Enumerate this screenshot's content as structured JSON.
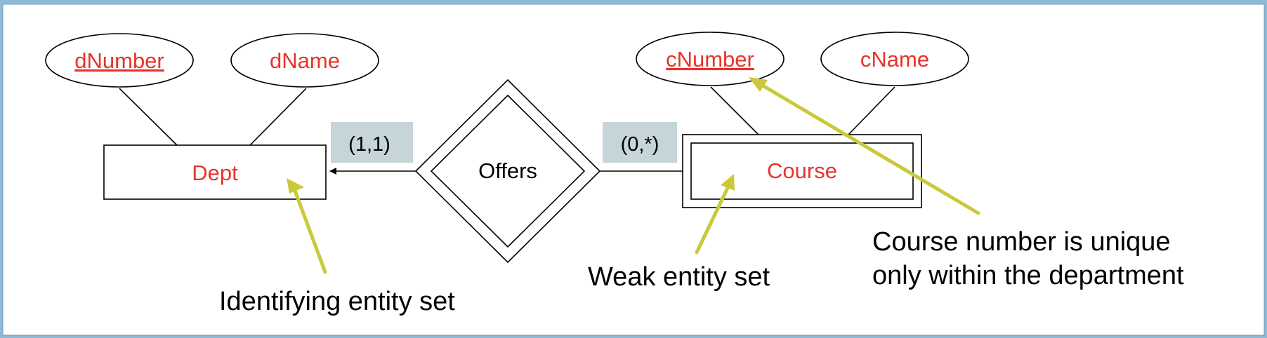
{
  "attributes": {
    "dnumber": "dNumber",
    "dname": "dName",
    "cnumber": "cNumber",
    "cname": "cName"
  },
  "entities": {
    "dept": "Dept",
    "course": "Course"
  },
  "relationship": {
    "offers": "Offers"
  },
  "cardinalities": {
    "dept_side": "(1,1)",
    "course_side": "(0,*)"
  },
  "annotations": {
    "identifying": "Identifying entity set",
    "weak": "Weak entity set",
    "unique_line1": "Course number is unique",
    "unique_line2": "only within the department"
  },
  "colors": {
    "label_red": "#e8332a",
    "arrow_yellow": "#c9c93a",
    "card_box": "#c5d5d8",
    "outer_blue": "#8fbad6"
  }
}
